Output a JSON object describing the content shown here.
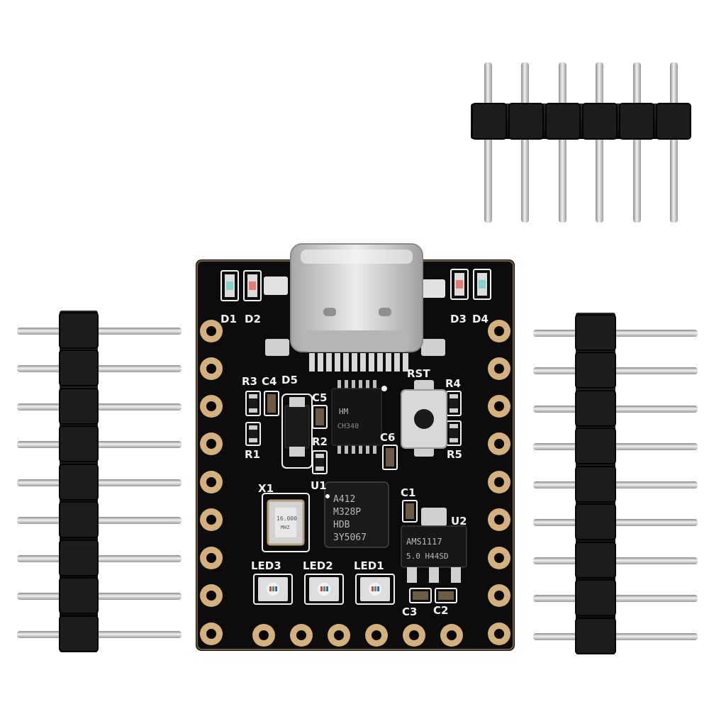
{
  "silkscreen": {
    "d1": "D1",
    "d2": "D2",
    "d3": "D3",
    "d4": "D4",
    "d5": "D5",
    "r1": "R1",
    "r2": "R2",
    "r3": "R3",
    "r4": "R4",
    "r5": "R5",
    "c1": "C1",
    "c2": "C2",
    "c3": "C3",
    "c4": "C4",
    "c5": "C5",
    "c6": "C6",
    "u1": "U1",
    "u2": "U2",
    "x1": "X1",
    "rst": "RST",
    "led1": "LED1",
    "led2": "LED2",
    "led3": "LED3"
  },
  "chip_markings": {
    "usb_chip_line1": "HM",
    "usb_chip_line2": "CH340",
    "mcu_line1": "A412",
    "mcu_line2": "M328P",
    "mcu_line3": "HDB",
    "mcu_line4": "3Y5067",
    "regulator_line1": "AMS1117",
    "regulator_line2": "5.0 H44SD",
    "crystal_line1": "16.000",
    "crystal_line2": "MHZ"
  },
  "colors": {
    "background": "#ffffff",
    "pcb": "#0c0c0c",
    "gold_pad": "#d4b07a",
    "silkscreen": "#f2f2f2",
    "header_plastic": "#151515",
    "pin_metal": "#c9c9c9",
    "usb_metal": "#cfcfcf"
  }
}
